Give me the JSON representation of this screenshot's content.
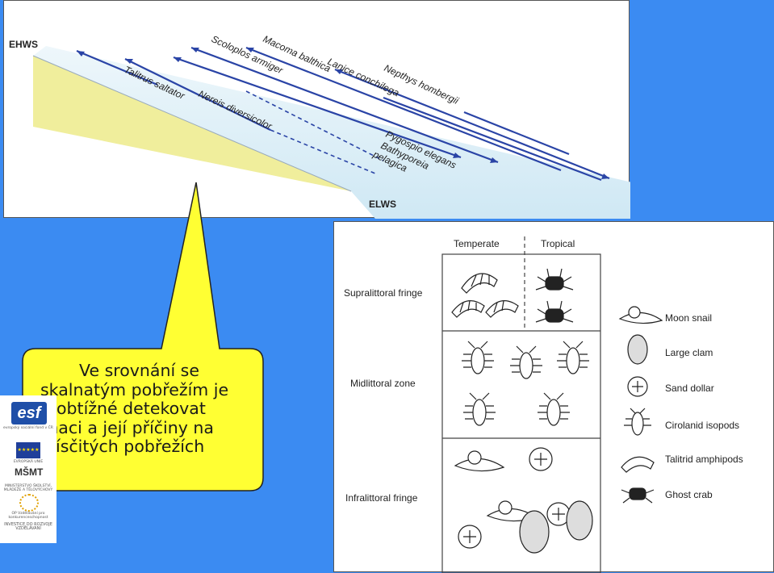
{
  "beach_profile": {
    "top_level_label": "EHWS",
    "bottom_level_label": "ELWS",
    "species": [
      "Talitrus saltator",
      "Nereis diversicolor",
      "Scoloplos armiger",
      "Macoma balthica",
      "Lanice conchilega",
      "Nepthys hombergii",
      "Pygospio elegans",
      "Bathyporeia pelagica"
    ]
  },
  "zonation": {
    "columns": [
      "Temperate",
      "Tropical"
    ],
    "zones": [
      "Supralittoral fringe",
      "Midlittoral zone",
      "Infralittoral fringe"
    ],
    "legend": [
      {
        "icon": "moon-snail-icon",
        "label": "Moon snail"
      },
      {
        "icon": "large-clam-icon",
        "label": "Large clam"
      },
      {
        "icon": "sand-dollar-icon",
        "label": "Sand dollar"
      },
      {
        "icon": "cirolanid-isopod-icon",
        "label": "Cirolanid isopods"
      },
      {
        "icon": "talitrid-amphipod-icon",
        "label": "Talitrid amphipods"
      },
      {
        "icon": "ghost-crab-icon",
        "label": "Ghost crab"
      }
    ]
  },
  "callout": {
    "lines": [
      "Ve srovnání se",
      "skalnatým pobřežím je",
      "obtížné detekovat",
      "zonaci a její příčiny  na",
      "písčitých pobřežích"
    ],
    "fill_color": "#ffff33"
  },
  "logos": {
    "esf_text": "esf",
    "esf_caption": "evropský sociální fond v ČR",
    "eu_caption": "EVROPSKÁ UNIE",
    "msmt_text": "MŠMT",
    "msmt_caption": "MINISTERSTVO ŠKOLSTVÍ, MLÁDEŽE A TĚLOVÝCHOVY",
    "op_caption": "OP Vzdělávání pro konkurenceschopnost",
    "investice_caption": "INVESTICE DO ROZVOJE VZDĚLÁVÁNÍ"
  }
}
